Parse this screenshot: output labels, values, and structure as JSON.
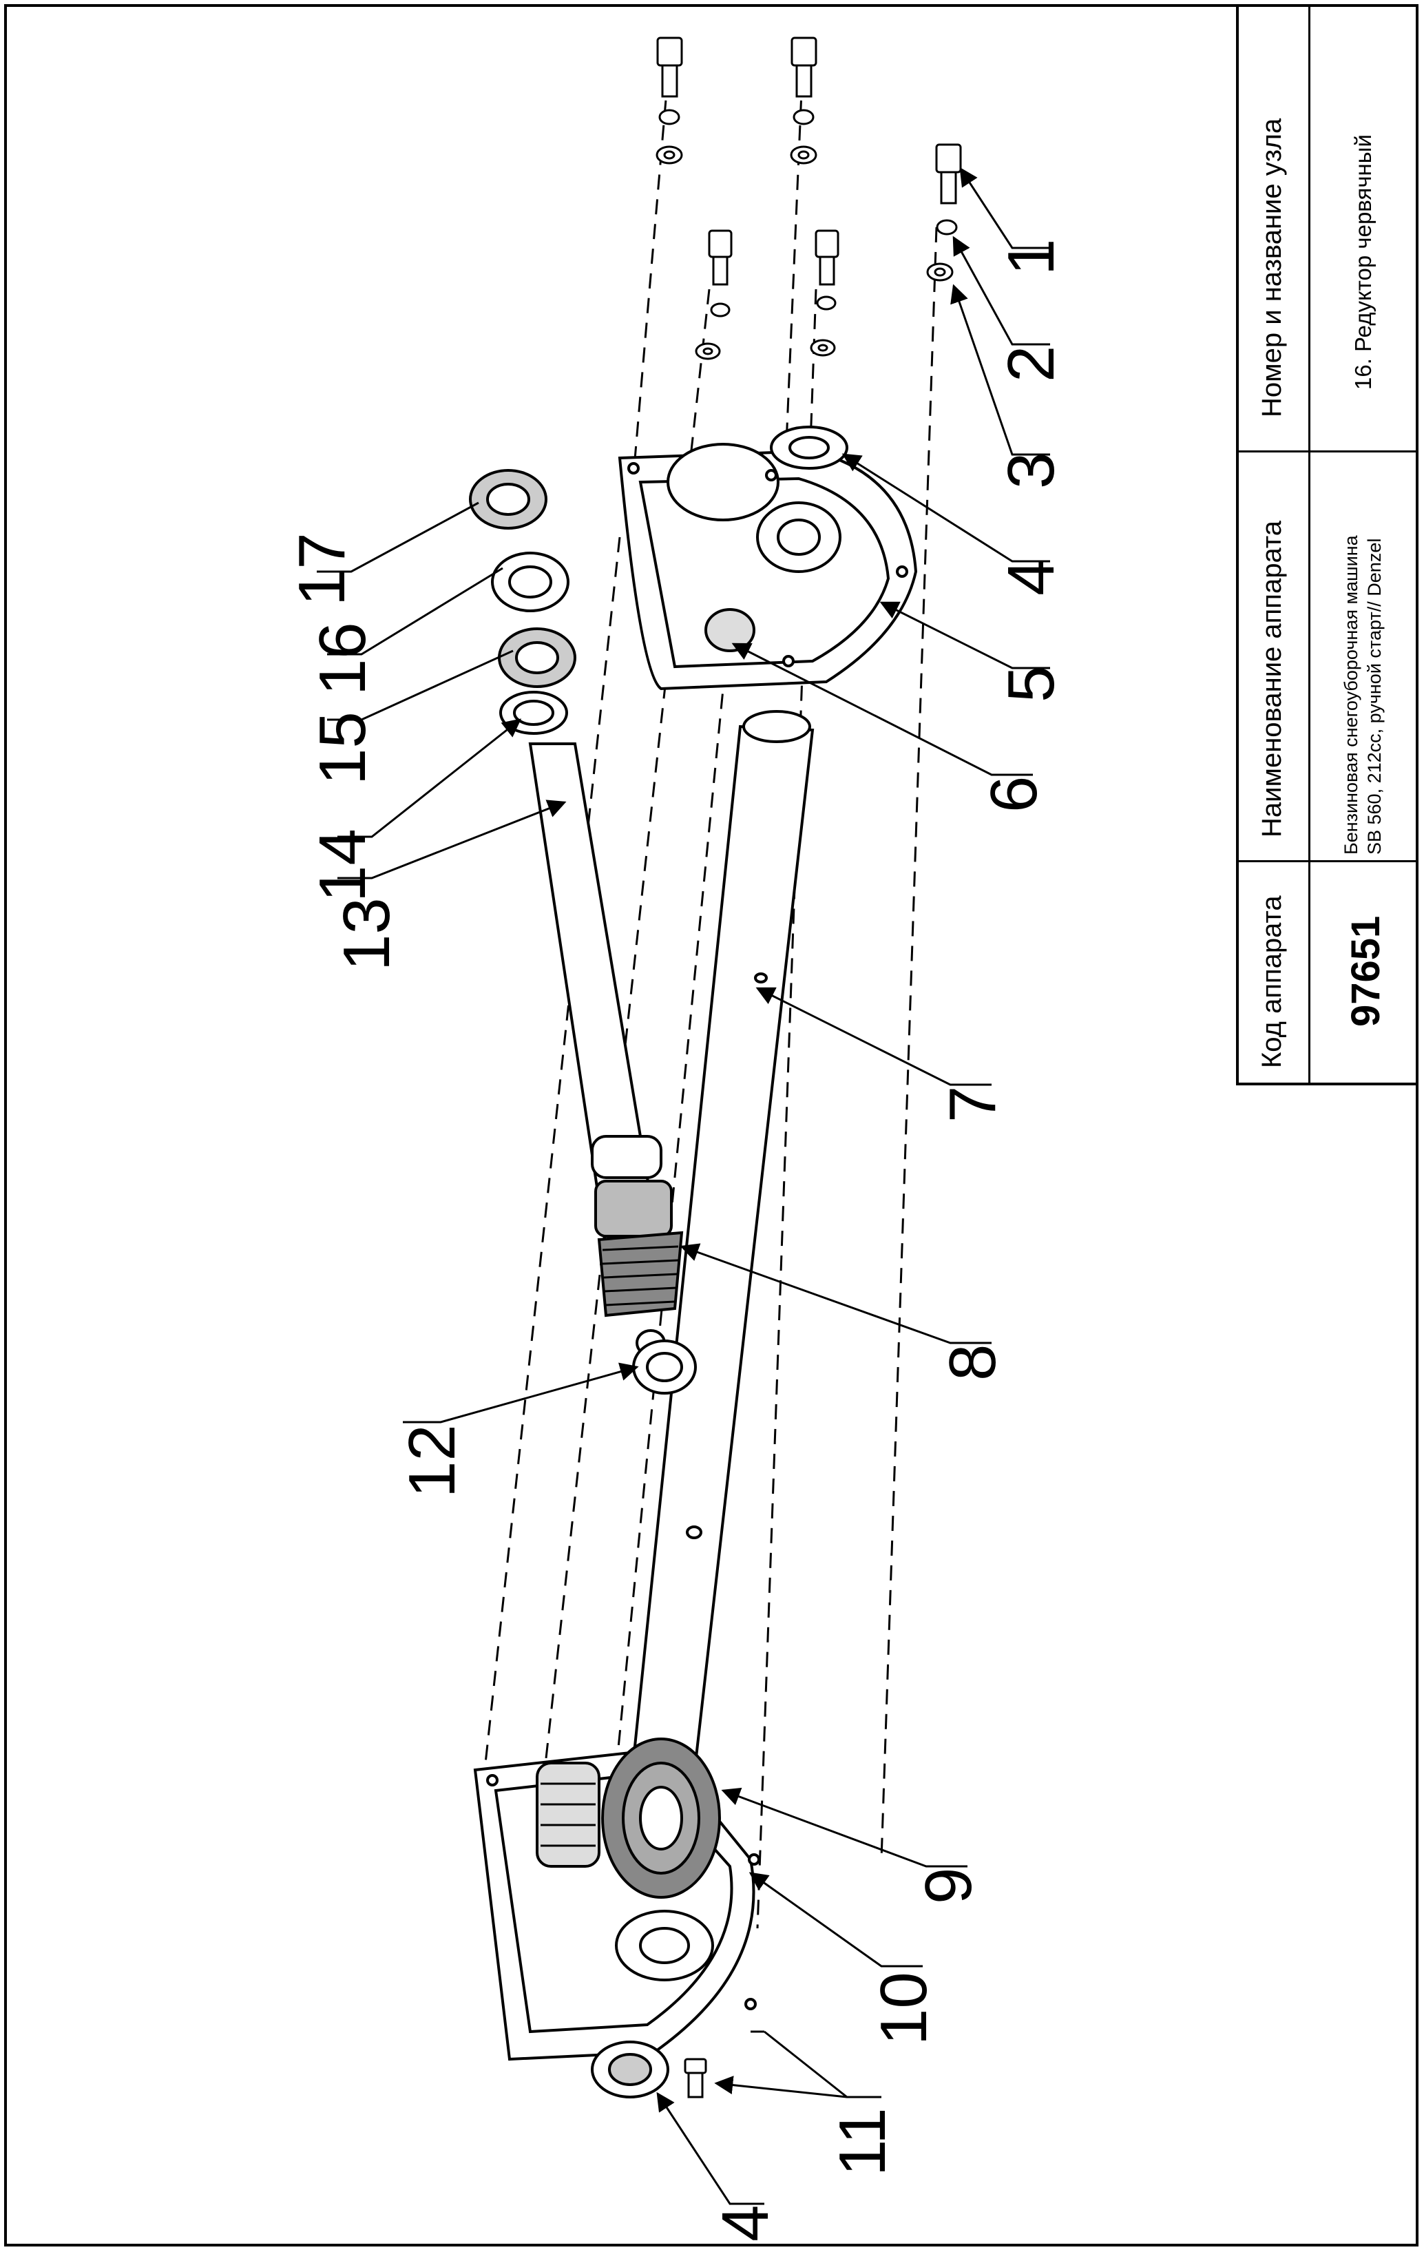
{
  "title_block": {
    "headers": {
      "code": "Код аппарата",
      "device_name": "Наименование аппарата",
      "assembly": "Номер и название узла"
    },
    "code_value": "97651",
    "device_name_line1": "Бензиновая снегоуборочная машина",
    "device_name_line2": "SB 560, 212cc, ручной старт// Denzel",
    "assembly_value": "16. Редуктор червячный"
  },
  "callouts": [
    {
      "id": "c1",
      "label": "1"
    },
    {
      "id": "c2",
      "label": "2"
    },
    {
      "id": "c3",
      "label": "3"
    },
    {
      "id": "c4a",
      "label": "4"
    },
    {
      "id": "c5",
      "label": "5"
    },
    {
      "id": "c6",
      "label": "6"
    },
    {
      "id": "c7",
      "label": "7"
    },
    {
      "id": "c8",
      "label": "8"
    },
    {
      "id": "c9",
      "label": "9"
    },
    {
      "id": "c10",
      "label": "10"
    },
    {
      "id": "c11",
      "label": "11"
    },
    {
      "id": "c4b",
      "label": "4"
    },
    {
      "id": "c12",
      "label": "12"
    },
    {
      "id": "c13",
      "label": "13"
    },
    {
      "id": "c14",
      "label": "14"
    },
    {
      "id": "c15",
      "label": "15"
    },
    {
      "id": "c16",
      "label": "16"
    },
    {
      "id": "c17",
      "label": "17"
    }
  ]
}
